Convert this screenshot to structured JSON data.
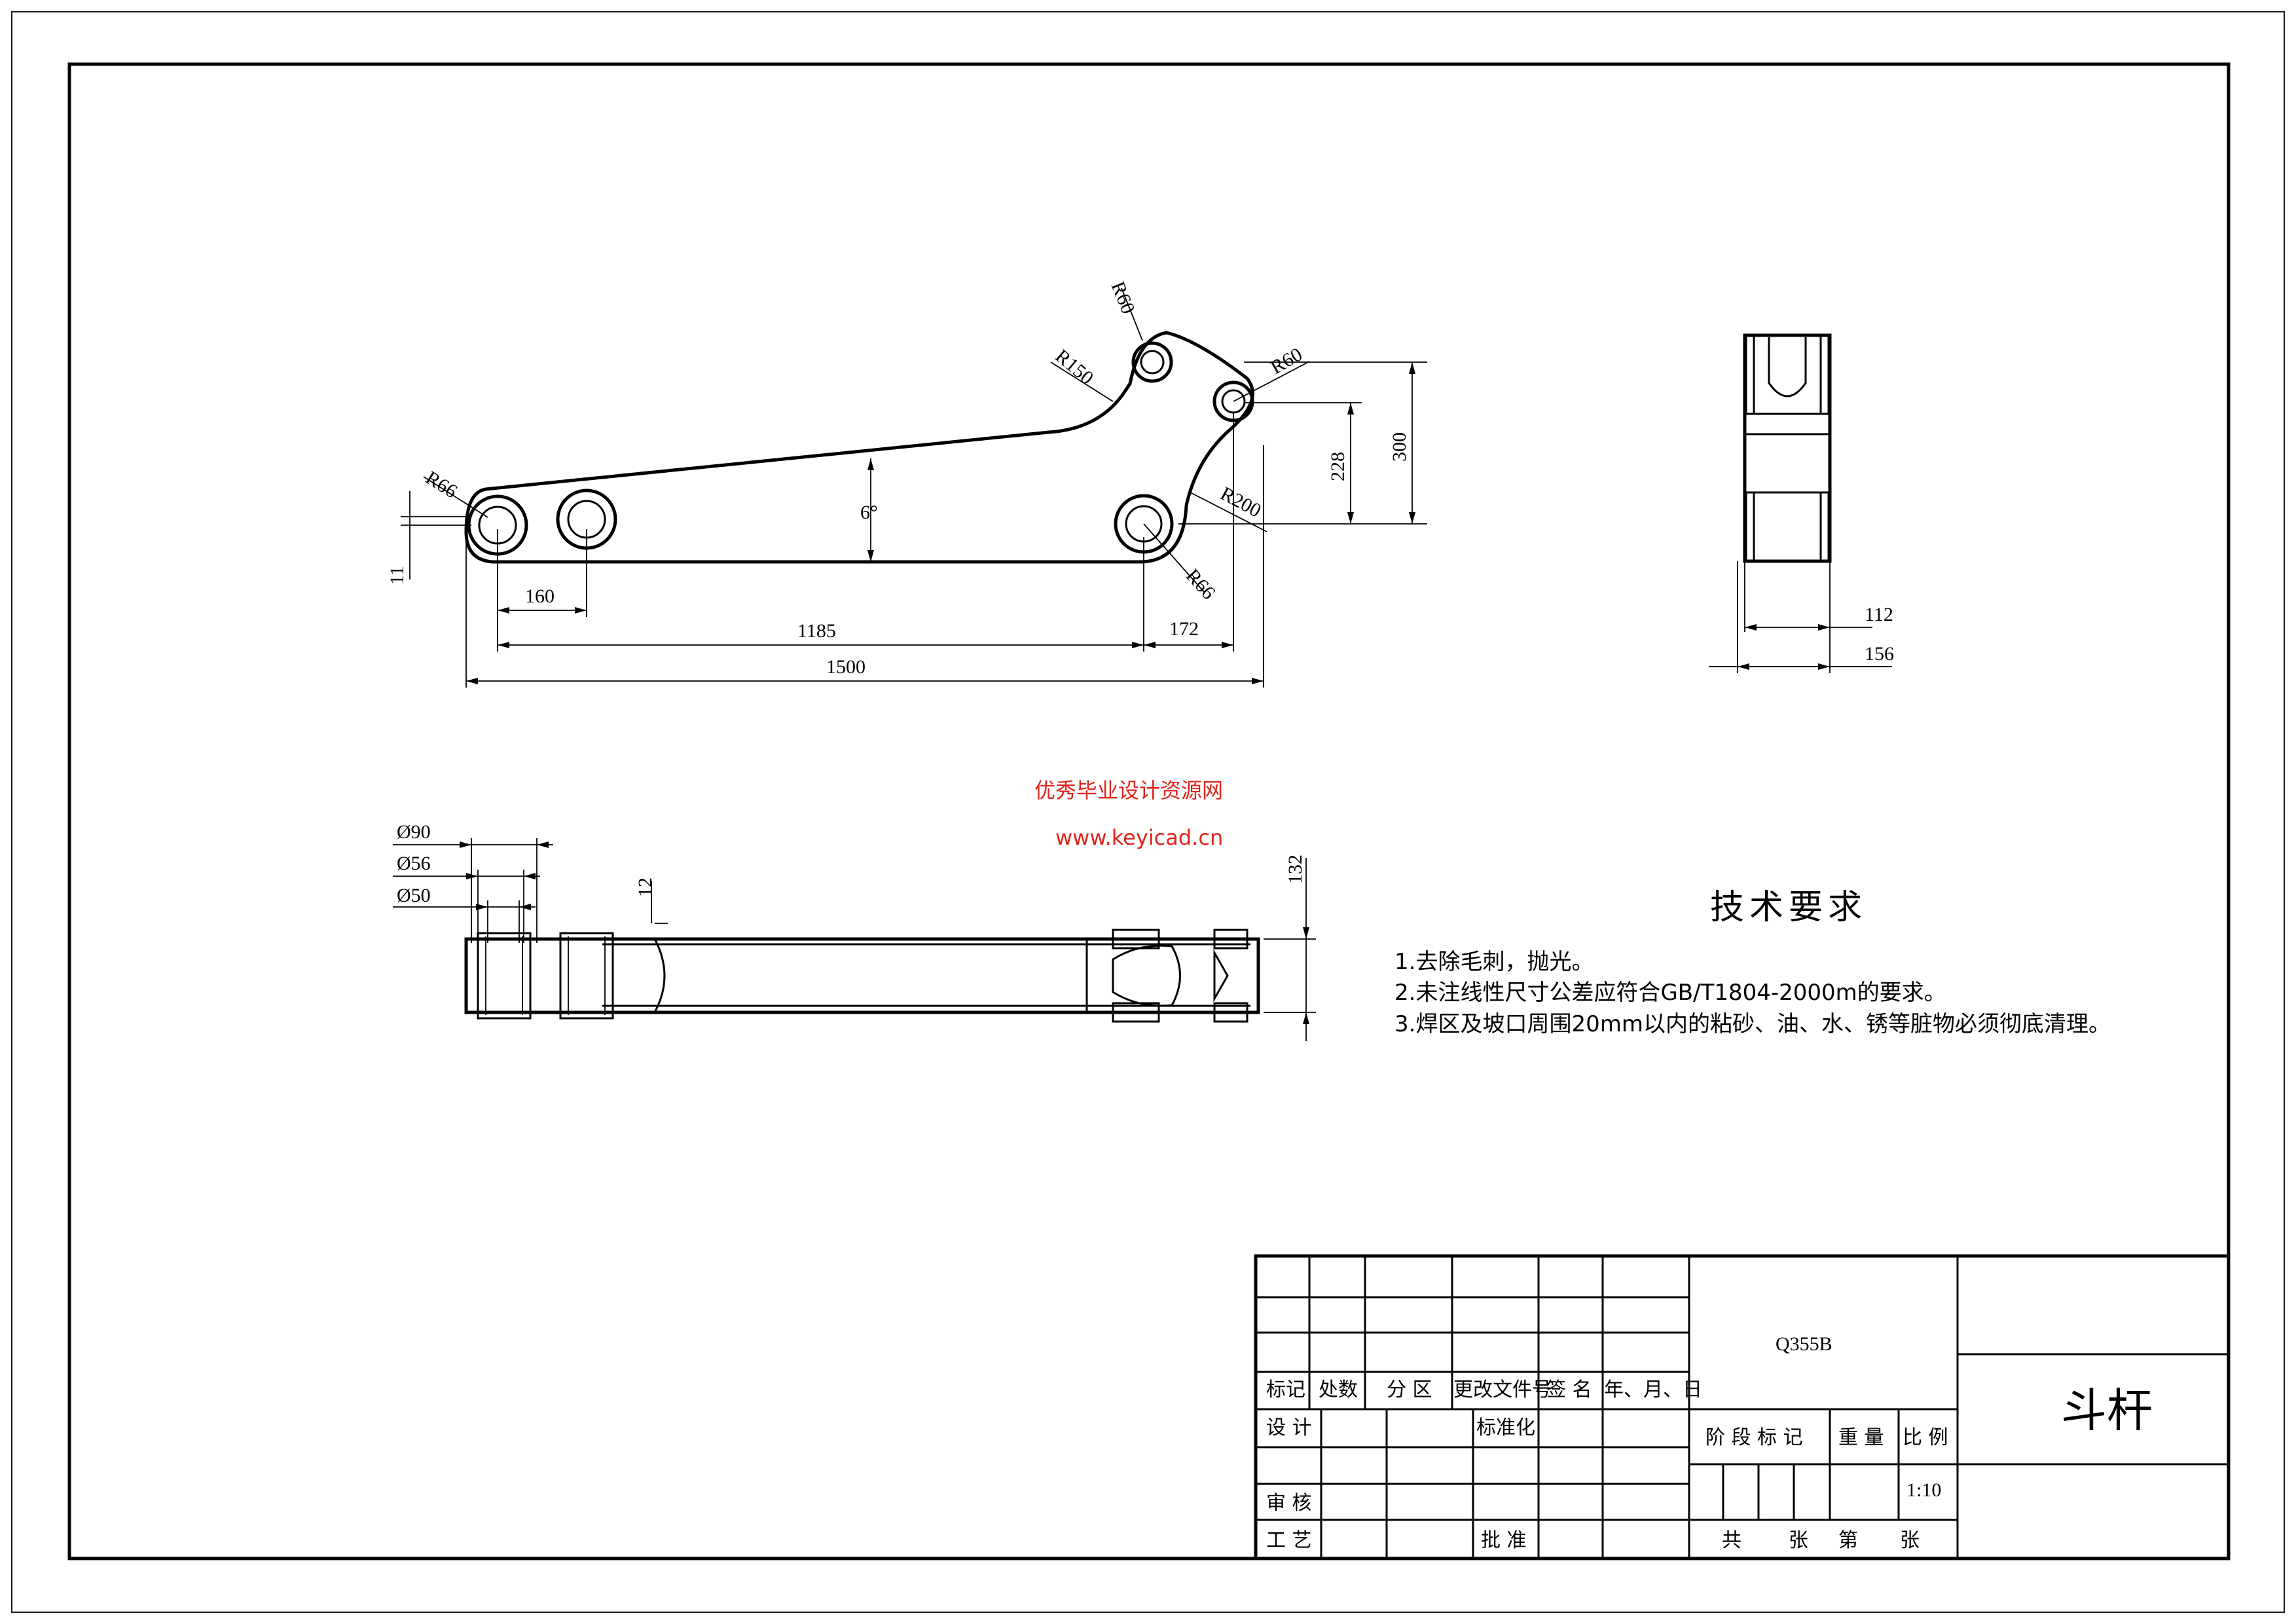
{
  "watermark": {
    "line1": "优秀毕业设计资源网",
    "line2": "www.keyicad.cn",
    "color": "#e0241b"
  },
  "main_view_dims": {
    "r66_a": "R66",
    "r60_a": "R60",
    "r150": "R150",
    "r60_b": "R60",
    "r200": "R200",
    "r66_b": "R66",
    "angle": "6°",
    "d228": "228",
    "d300": "300",
    "d11": "11",
    "d160": "160",
    "d1185": "1185",
    "d172": "172",
    "d1500": "1500"
  },
  "side_view_dims": {
    "d112": "112",
    "d156": "156"
  },
  "top_view_dims": {
    "d90": "Ø90",
    "d56": "Ø56",
    "d50": "Ø50",
    "d12": "12",
    "d132": "132"
  },
  "tech": {
    "title": "技术要求",
    "items": [
      "1.去除毛刺，抛光。",
      "2.未注线性尺寸公差应符合GB/T1804-2000m的要求。",
      "3.焊区及坡口周围20mm以内的粘砂、油、水、锈等脏物必须彻底清理。"
    ]
  },
  "title_block": {
    "material": "Q355B",
    "part_name": "斗杆",
    "h_mark": "标记",
    "h_count": "处数",
    "h_zone": "分 区",
    "h_doc": "更改文件号",
    "h_sign": "签 名",
    "h_date": "年、月、日",
    "design": "设 计",
    "standard": "标准化",
    "review": "审 核",
    "process": "工 艺",
    "approve": "批 准",
    "stage": "阶 段 标 记",
    "weight": "重 量",
    "scale_label": "比 例",
    "scale": "1:10",
    "sheets_total": "共",
    "sheets_unit": "张",
    "sheet_no": "第",
    "sheet_unit2": "张"
  }
}
